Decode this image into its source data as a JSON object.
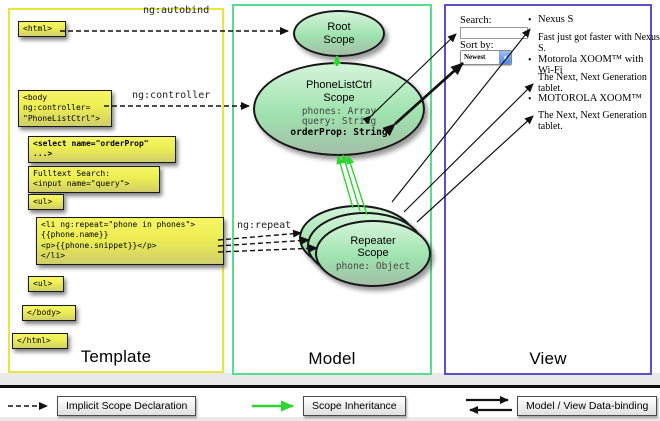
{
  "sections": {
    "template": {
      "label": "Template"
    },
    "model": {
      "label": "Model"
    },
    "view": {
      "label": "View"
    }
  },
  "template_code": {
    "html_open": "<html>",
    "body_open": "<body\n ng:controller=\n \"PhoneListCtrl\">",
    "select": "<select name=\"orderProp\"\n  ...>",
    "fulltext": "Fulltext Search:\n  <input name=\"query\">",
    "ul_open": "<ul>",
    "li_repeat": "<li ng:repeat=\"phone in phones\">\n  {{phone.name}}\n  <p>{{phone.snippet}}</p>\n</li>",
    "ul_close": "<ul>",
    "body_close": "</body>",
    "html_close": "</html>"
  },
  "arrow_labels": {
    "autobind": "ng:autobind",
    "controller": "ng:controller",
    "repeat": "ng:repeat"
  },
  "scopes": {
    "root": {
      "name": "Root\nScope"
    },
    "phonelist": {
      "name": "PhoneListCtrl\nScope",
      "props": "phones: Array\nquery: String",
      "prop_bold": "orderProp: String"
    },
    "repeater": {
      "name": "Repeater\nScope",
      "props": "phone: Object"
    }
  },
  "view": {
    "search_label": "Search:",
    "search_value": "",
    "sort_label": "Sort by:",
    "sort_value": "Newest",
    "bullet": "•",
    "items": [
      {
        "name": "Nexus S",
        "desc": "Fast just got faster with Nexus S."
      },
      {
        "name": "Motorola XOOM™ with Wi-Fi",
        "desc": "The Next, Next Generation tablet."
      },
      {
        "name": "MOTOROLA XOOM™",
        "desc": "The Next, Next Generation tablet."
      }
    ]
  },
  "legend": {
    "implicit": "Implicit Scope Declaration",
    "inheritance": "Scope Inheritance",
    "databinding": "Model / View Data-binding"
  },
  "colors": {
    "template_border": "#e8e83c",
    "model_border": "#55dd90",
    "view_border": "#5a50c8",
    "inherit_green": "#2ed52e",
    "arrow_black": "#111111",
    "code_box_yellow": "#eded52",
    "scope_green_light": "#d4f4da",
    "scope_green_dark": "#a2bfa7"
  }
}
